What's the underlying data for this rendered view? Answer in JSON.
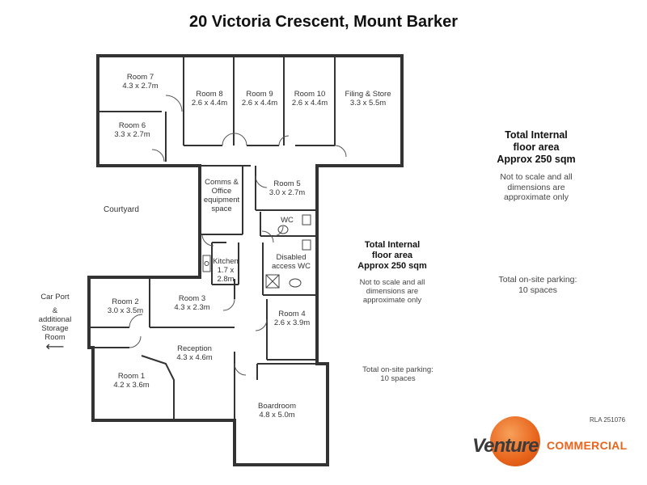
{
  "title": "20 Victoria Crescent, Mount Barker",
  "rooms": {
    "room7": {
      "name": "Room 7",
      "dim": "4.3 x 2.7m"
    },
    "room6": {
      "name": "Room 6",
      "dim": "3.3 x 2.7m"
    },
    "room8": {
      "name": "Room 8",
      "dim": "2.6 x 4.4m"
    },
    "room9": {
      "name": "Room 9",
      "dim": "2.6 x 4.4m"
    },
    "room10": {
      "name": "Room 10",
      "dim": "2.6 x 4.4m"
    },
    "filing": {
      "name": "Filing & Store",
      "dim": "3.3 x 5.5m"
    },
    "comms": {
      "l1": "Comms &",
      "l2": "Office",
      "l3": "equipment",
      "l4": "space"
    },
    "room5": {
      "name": "Room 5",
      "dim": "3.0 x 2.7m"
    },
    "wc": {
      "name": "WC"
    },
    "kitchen": {
      "name": "Kitchen",
      "d1": "1.7 x",
      "d2": "2.8m"
    },
    "disabled": {
      "l1": "Disabled",
      "l2": "access WC"
    },
    "room2": {
      "name": "Room 2",
      "dim": "3.0 x 3.5m"
    },
    "room3": {
      "name": "Room 3",
      "dim": "4.3 x 2.3m"
    },
    "room4": {
      "name": "Room 4",
      "dim": "2.6 x 3.9m"
    },
    "reception": {
      "name": "Reception",
      "dim": "4.3 x 4.6m"
    },
    "room1": {
      "name": "Room 1",
      "dim": "4.2 x 3.6m"
    },
    "boardroom": {
      "name": "Boardroom",
      "dim": "4.8 x 5.0m"
    }
  },
  "courtyard": "Courtyard",
  "carport": {
    "l1": "Car Port",
    "l2": "&",
    "l3": "additional",
    "l4": "Storage",
    "l5": "Room",
    "arrow": "⟵"
  },
  "area_inside": {
    "l1": "Total Internal",
    "l2": "floor area",
    "l3": "Approx 250 sqm",
    "n1": "Not to scale and all",
    "n2": "dimensions are",
    "n3": "approximate only",
    "p1": "Total on-site parking:",
    "p2": "10 spaces"
  },
  "area_right": {
    "l1": "Total Internal",
    "l2": "floor area",
    "l3": "Approx 250 sqm",
    "n1": "Not to scale and all",
    "n2": "dimensions are",
    "n3": "approximate only",
    "p1": "Total on-site parking:",
    "p2": "10 spaces"
  },
  "logo": {
    "v": "Venture",
    "c": "COMMERCIAL"
  },
  "rla": "RLA 251076",
  "colors": {
    "wall": "#333333",
    "accent": "#e8641b"
  }
}
